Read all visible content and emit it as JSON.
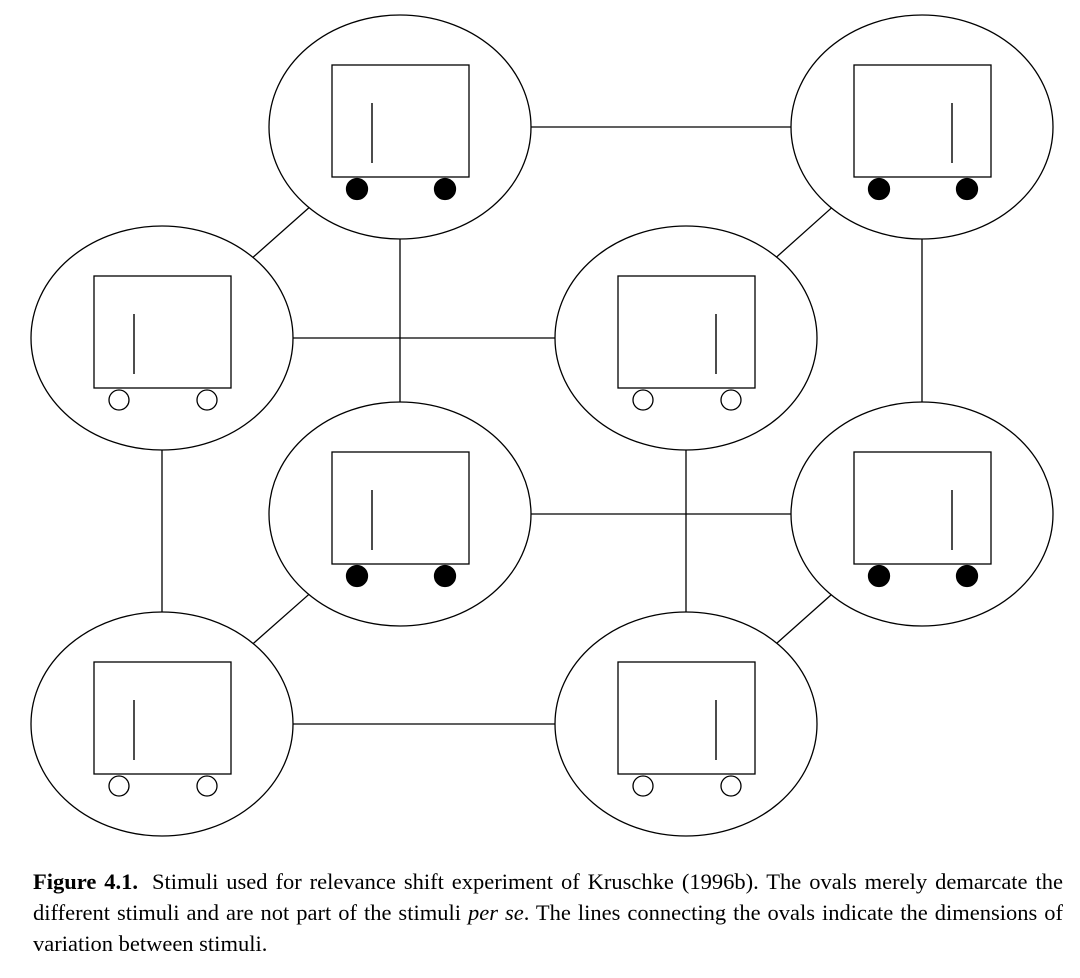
{
  "figure": {
    "label": "Figure 4.1.",
    "caption_part1": "Stimuli used for relevance shift experiment of Kruschke (1996b). The ovals merely demarcate the different stimuli and are not part of the stimuli ",
    "caption_italic": "per se",
    "caption_part2": ". The lines connecting the ovals indicate the dimensions of variation between stimuli."
  },
  "stimuli": [
    {
      "id": "s1",
      "bar": "left",
      "wheels": "filled"
    },
    {
      "id": "s2",
      "bar": "right",
      "wheels": "filled"
    },
    {
      "id": "s3",
      "bar": "left",
      "wheels": "hollow"
    },
    {
      "id": "s4",
      "bar": "right",
      "wheels": "hollow"
    },
    {
      "id": "s5",
      "bar": "left",
      "wheels": "filled"
    },
    {
      "id": "s6",
      "bar": "right",
      "wheels": "filled"
    },
    {
      "id": "s7",
      "bar": "left",
      "wheels": "hollow"
    },
    {
      "id": "s8",
      "bar": "right",
      "wheels": "hollow"
    }
  ],
  "connections": [
    [
      "s1",
      "s2"
    ],
    [
      "s1",
      "s3"
    ],
    [
      "s1",
      "s5"
    ],
    [
      "s2",
      "s4"
    ],
    [
      "s2",
      "s6"
    ],
    [
      "s3",
      "s4"
    ],
    [
      "s3",
      "s7"
    ],
    [
      "s4",
      "s8"
    ],
    [
      "s5",
      "s6"
    ],
    [
      "s5",
      "s7"
    ],
    [
      "s6",
      "s8"
    ],
    [
      "s7",
      "s8"
    ]
  ]
}
